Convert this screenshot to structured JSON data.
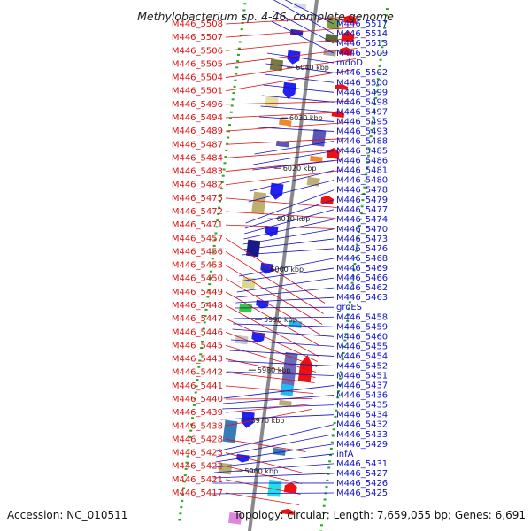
{
  "title": "Methylobacterium sp. 4-46, complete genome",
  "accession": "Accession: NC_010511",
  "topology": "Topology: circular; Length: 7,659,055 bp; Genes: 6,691",
  "colors": {
    "left_labels": "#dd1111",
    "right_labels": "#1111cc",
    "axis": "#8a8a8a",
    "tick": "#22aa22"
  },
  "kbp_marks": [
    {
      "label": "6040 kbp",
      "t": 0.13
    },
    {
      "label": "6030 kbp",
      "t": 0.225
    },
    {
      "label": "6020 kbp",
      "t": 0.32
    },
    {
      "label": "6010 kbp",
      "t": 0.415
    },
    {
      "label": "6000 kbp",
      "t": 0.51
    },
    {
      "label": "5990 kbp",
      "t": 0.605
    },
    {
      "label": "5980 kbp",
      "t": 0.7
    },
    {
      "label": "5970 kbp",
      "t": 0.795
    },
    {
      "label": "5960 kbp",
      "t": 0.89
    }
  ],
  "left_labels": [
    {
      "text": "M446_5508",
      "t": 0.02
    },
    {
      "text": "M446_5507",
      "t": 0.04
    },
    {
      "text": "M446_5506",
      "t": 0.06
    },
    {
      "text": "M446_5505",
      "t": 0.08
    },
    {
      "text": "M446_5504",
      "t": 0.1
    },
    {
      "text": "M446_5501",
      "t": 0.12
    },
    {
      "text": "M446_5496",
      "t": 0.18
    },
    {
      "text": "M446_5494",
      "t": 0.2
    },
    {
      "text": "M446_5489",
      "t": 0.22
    },
    {
      "text": "M446_5487",
      "t": 0.25
    },
    {
      "text": "M446_5484",
      "t": 0.27
    },
    {
      "text": "M446_5483",
      "t": 0.29
    },
    {
      "text": "M446_5482",
      "t": 0.31
    },
    {
      "text": "M446_5475",
      "t": 0.38
    },
    {
      "text": "M446_5472",
      "t": 0.4
    },
    {
      "text": "M446_5471",
      "t": 0.42
    },
    {
      "text": "M446_5457",
      "t": 0.56
    },
    {
      "text": "M446_5456",
      "t": 0.58
    },
    {
      "text": "M446_5453",
      "t": 0.6
    },
    {
      "text": "M446_5450",
      "t": 0.62
    },
    {
      "text": "M446_5449",
      "t": 0.64
    },
    {
      "text": "M446_5448",
      "t": 0.66
    },
    {
      "text": "M446_5447",
      "t": 0.67
    },
    {
      "text": "M446_5446",
      "t": 0.68
    },
    {
      "text": "M446_5445",
      "t": 0.69
    },
    {
      "text": "M446_5443",
      "t": 0.7
    },
    {
      "text": "M446_5442",
      "t": 0.71
    },
    {
      "text": "M446_5441",
      "t": 0.73
    },
    {
      "text": "M446_5440",
      "t": 0.74
    },
    {
      "text": "M446_5439",
      "t": 0.75
    },
    {
      "text": "M446_5438",
      "t": 0.76
    },
    {
      "text": "M446_5428",
      "t": 0.84
    },
    {
      "text": "M446_5423",
      "t": 0.88
    },
    {
      "text": "M446_5422",
      "t": 0.9
    },
    {
      "text": "M446_5421",
      "t": 0.92
    },
    {
      "text": "M446_5417",
      "t": 0.94
    }
  ],
  "right_labels": [
    {
      "text": "M446_5517",
      "t": 0.0
    },
    {
      "text": "M446_5514",
      "t": 0.01
    },
    {
      "text": "M446_5513",
      "t": 0.03
    },
    {
      "text": "M446_5509",
      "t": 0.05
    },
    {
      "text": "mdoD",
      "t": 0.11
    },
    {
      "text": "M446_5502",
      "t": 0.13
    },
    {
      "text": "M446_5500",
      "t": 0.15
    },
    {
      "text": "M446_5499",
      "t": 0.17
    },
    {
      "text": "M446_5498",
      "t": 0.19
    },
    {
      "text": "M446_5497",
      "t": 0.21
    },
    {
      "text": "M446_5495",
      "t": 0.23
    },
    {
      "text": "M446_5493",
      "t": 0.25
    },
    {
      "text": "M446_5488",
      "t": 0.3
    },
    {
      "text": "M446_5485",
      "t": 0.32
    },
    {
      "text": "M446_5486",
      "t": 0.33
    },
    {
      "text": "M446_5481",
      "t": 0.37
    },
    {
      "text": "M446_5480",
      "t": 0.39
    },
    {
      "text": "M446_5478",
      "t": 0.43
    },
    {
      "text": "M446_5479",
      "t": 0.44
    },
    {
      "text": "M446_5477",
      "t": 0.45
    },
    {
      "text": "M446_5474",
      "t": 0.46
    },
    {
      "text": "M446_5470",
      "t": 0.47
    },
    {
      "text": "M446_5473",
      "t": 0.48
    },
    {
      "text": "M446_5476",
      "t": 0.49
    },
    {
      "text": "M446_5468",
      "t": 0.53
    },
    {
      "text": "M446_5469",
      "t": 0.54
    },
    {
      "text": "M446_5466",
      "t": 0.56
    },
    {
      "text": "M446_5462",
      "t": 0.57
    },
    {
      "text": "M446_5463",
      "t": 0.58
    },
    {
      "text": "groES",
      "t": 0.59
    },
    {
      "text": "M446_5458",
      "t": 0.61
    },
    {
      "text": "M446_5459",
      "t": 0.62
    },
    {
      "text": "M446_5460",
      "t": 0.63
    },
    {
      "text": "M446_5455",
      "t": 0.65
    },
    {
      "text": "M446_5454",
      "t": 0.67
    },
    {
      "text": "M446_5452",
      "t": 0.69
    },
    {
      "text": "M446_5451",
      "t": 0.71
    },
    {
      "text": "M446_5437",
      "t": 0.76
    },
    {
      "text": "M446_5436",
      "t": 0.77
    },
    {
      "text": "M446_5435",
      "t": 0.78
    },
    {
      "text": "M446_5434",
      "t": 0.8
    },
    {
      "text": "M446_5432",
      "t": 0.86
    },
    {
      "text": "M446_5433",
      "t": 0.87
    },
    {
      "text": "M446_5429",
      "t": 0.88
    },
    {
      "text": "infA",
      "t": 0.89
    },
    {
      "text": "M446_5431",
      "t": 0.9
    },
    {
      "text": "M446_5427",
      "t": 0.91
    },
    {
      "text": "M446_5426",
      "t": 0.92
    },
    {
      "text": "M446_5425",
      "t": 0.94
    }
  ],
  "features": [
    {
      "side": "inner_left",
      "t": 0.03,
      "len": 0.02,
      "color": "#7aa23a",
      "shape": "box"
    },
    {
      "side": "inner_left",
      "t": 0.06,
      "len": 0.015,
      "color": "#556b2f",
      "shape": "box"
    },
    {
      "side": "inner_left",
      "t": 0.09,
      "len": 0.01,
      "color": "#a0a0a0",
      "shape": "box"
    },
    {
      "side": "outer_left",
      "t": 0.02,
      "len": 0.015,
      "color": "#ee1111",
      "shape": "arrow"
    },
    {
      "side": "outer_left",
      "t": 0.05,
      "len": 0.02,
      "color": "#ee1111",
      "shape": "arrow"
    },
    {
      "side": "outer_left",
      "t": 0.08,
      "len": 0.015,
      "color": "#ee1111",
      "shape": "arrow"
    },
    {
      "side": "outer_left",
      "t": 0.15,
      "len": 0.01,
      "color": "#ee1111",
      "shape": "arrow"
    },
    {
      "side": "outer_left",
      "t": 0.2,
      "len": 0.012,
      "color": "#ee1111",
      "shape": "arrow"
    },
    {
      "side": "inner_left",
      "t": 0.24,
      "len": 0.03,
      "color": "#5b57b8",
      "shape": "box"
    },
    {
      "side": "outer_left",
      "t": 0.27,
      "len": 0.02,
      "color": "#ee1111",
      "shape": "arrow"
    },
    {
      "side": "inner_left",
      "t": 0.29,
      "len": 0.01,
      "color": "#ee8a2a",
      "shape": "box"
    },
    {
      "side": "inner_left",
      "t": 0.33,
      "len": 0.015,
      "color": "#c0b070",
      "shape": "box"
    },
    {
      "side": "outer_left",
      "t": 0.36,
      "len": 0.015,
      "color": "#ee1111",
      "shape": "arrow"
    },
    {
      "side": "inner_right",
      "t": 0.01,
      "len": 0.01,
      "color": "#d8d8ee",
      "shape": "box"
    },
    {
      "side": "inner_right",
      "t": 0.06,
      "len": 0.01,
      "color": "#2a2ab0",
      "shape": "box"
    },
    {
      "side": "inner_right",
      "t": 0.1,
      "len": 0.025,
      "color": "#2222ee",
      "shape": "arrow"
    },
    {
      "side": "outer_right",
      "t": 0.12,
      "len": 0.02,
      "color": "#7a7a40",
      "shape": "box"
    },
    {
      "side": "inner_right",
      "t": 0.16,
      "len": 0.03,
      "color": "#2222ee",
      "shape": "arrow"
    },
    {
      "side": "outer_right",
      "t": 0.19,
      "len": 0.02,
      "color": "#e8e0a0",
      "shape": "box"
    },
    {
      "side": "inner_right",
      "t": 0.23,
      "len": 0.01,
      "color": "#ee8a2a",
      "shape": "box"
    },
    {
      "side": "inner_right",
      "t": 0.27,
      "len": 0.01,
      "color": "#5b57b8",
      "shape": "box"
    },
    {
      "side": "inner_right",
      "t": 0.35,
      "len": 0.03,
      "color": "#2222ee",
      "shape": "arrow"
    },
    {
      "side": "outer_right",
      "t": 0.37,
      "len": 0.04,
      "color": "#c0b070",
      "shape": "box"
    },
    {
      "side": "inner_right",
      "t": 0.43,
      "len": 0.02,
      "color": "#2222ee",
      "shape": "arrow"
    },
    {
      "side": "outer_right",
      "t": 0.46,
      "len": 0.03,
      "color": "#1a1a80",
      "shape": "box"
    },
    {
      "side": "inner_right",
      "t": 0.5,
      "len": 0.02,
      "color": "#2222ee",
      "shape": "arrow"
    },
    {
      "side": "outer_right",
      "t": 0.53,
      "len": 0.02,
      "color": "#d8d890",
      "shape": "box"
    },
    {
      "side": "inner_right",
      "t": 0.57,
      "len": 0.015,
      "color": "#2222ee",
      "shape": "arrow"
    },
    {
      "side": "outer_right",
      "t": 0.58,
      "len": 0.015,
      "color": "#33cc33",
      "shape": "box"
    },
    {
      "side": "inner_right",
      "t": 0.63,
      "len": 0.02,
      "color": "#2222ee",
      "shape": "arrow"
    },
    {
      "side": "outer_right",
      "t": 0.64,
      "len": 0.015,
      "color": "#c8c8c8",
      "shape": "box"
    },
    {
      "side": "inner_left",
      "t": 0.6,
      "len": 0.012,
      "color": "#22bbee",
      "shape": "box"
    },
    {
      "side": "inner_left",
      "t": 0.66,
      "len": 0.06,
      "color": "#6a6ab8",
      "shape": "box"
    },
    {
      "side": "outer_left",
      "t": 0.66,
      "len": 0.05,
      "color": "#ee1111",
      "shape": "arrow"
    },
    {
      "side": "inner_left",
      "t": 0.72,
      "len": 0.02,
      "color": "#22bbee",
      "shape": "box"
    },
    {
      "side": "inner_left",
      "t": 0.75,
      "len": 0.01,
      "color": "#b8b070",
      "shape": "box"
    },
    {
      "side": "inner_right",
      "t": 0.78,
      "len": 0.03,
      "color": "#2222ee",
      "shape": "arrow"
    },
    {
      "side": "outer_right",
      "t": 0.8,
      "len": 0.04,
      "color": "#3a7ab8",
      "shape": "box"
    },
    {
      "side": "inner_left",
      "t": 0.84,
      "len": 0.012,
      "color": "#3a7ab8",
      "shape": "box"
    },
    {
      "side": "inner_right",
      "t": 0.86,
      "len": 0.015,
      "color": "#2222ee",
      "shape": "arrow"
    },
    {
      "side": "outer_right",
      "t": 0.88,
      "len": 0.02,
      "color": "#b8b070",
      "shape": "box"
    },
    {
      "side": "inner_left",
      "t": 0.9,
      "len": 0.03,
      "color": "#22ddee",
      "shape": "box"
    },
    {
      "side": "outer_left",
      "t": 0.9,
      "len": 0.02,
      "color": "#ee1111",
      "shape": "arrow"
    },
    {
      "side": "outer_left",
      "t": 0.95,
      "len": 0.01,
      "color": "#ee1111",
      "shape": "arrow"
    },
    {
      "side": "inner_right",
      "t": 0.97,
      "len": 0.02,
      "color": "#dd88dd",
      "shape": "box"
    }
  ]
}
